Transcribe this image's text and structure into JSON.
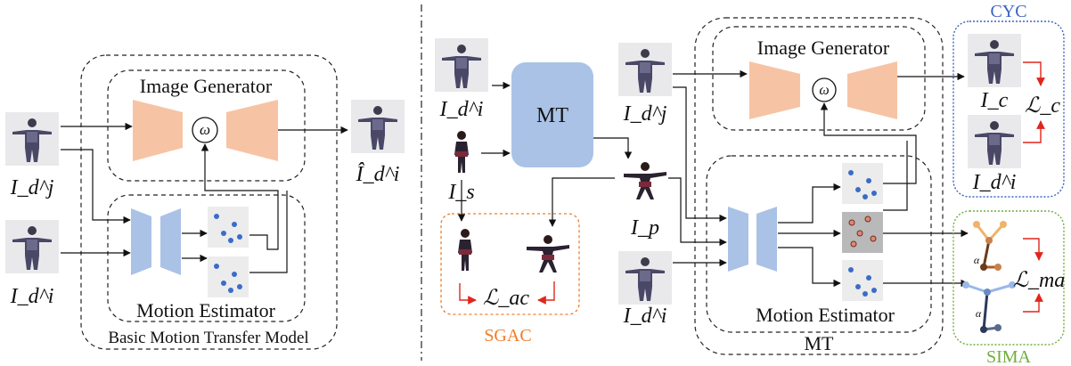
{
  "left_panel": {
    "title": "Basic Motion Transfer Model",
    "image_generator_label": "Image Generator",
    "motion_estimator_label": "Motion Estimator",
    "omega": "ω",
    "input_top": "I_d^j",
    "input_bottom": "I_d^i",
    "output": "Î_d^i"
  },
  "right_panel": {
    "mt_block_label": "MT",
    "outer_label": "MT",
    "image_generator_label": "Image Generator",
    "motion_estimator_label": "Motion Estimator",
    "omega": "ω",
    "input_di_top": "I_d^i",
    "input_s": "I_s",
    "input_dj": "I_d^j",
    "input_p": "I_p",
    "input_di_bottom": "I_d^i",
    "cyc": {
      "title": "CYC",
      "top": "I_c",
      "bottom": "I_d^i",
      "loss": "ℒ_c",
      "color": "#3b63c4"
    },
    "sgac": {
      "title": "SGAC",
      "loss": "ℒ_ac",
      "color": "#f07c2a"
    },
    "sima": {
      "title": "SIMA",
      "loss": "ℒ_ma",
      "alpha": "α",
      "color": "#6fae3d"
    }
  },
  "colors": {
    "generator": "#f6c4a5",
    "estimator": "#aac2e6",
    "mt_block": "#aac2e6",
    "arrow_red": "#e0261c",
    "keypoint": "#3a6cc8"
  }
}
